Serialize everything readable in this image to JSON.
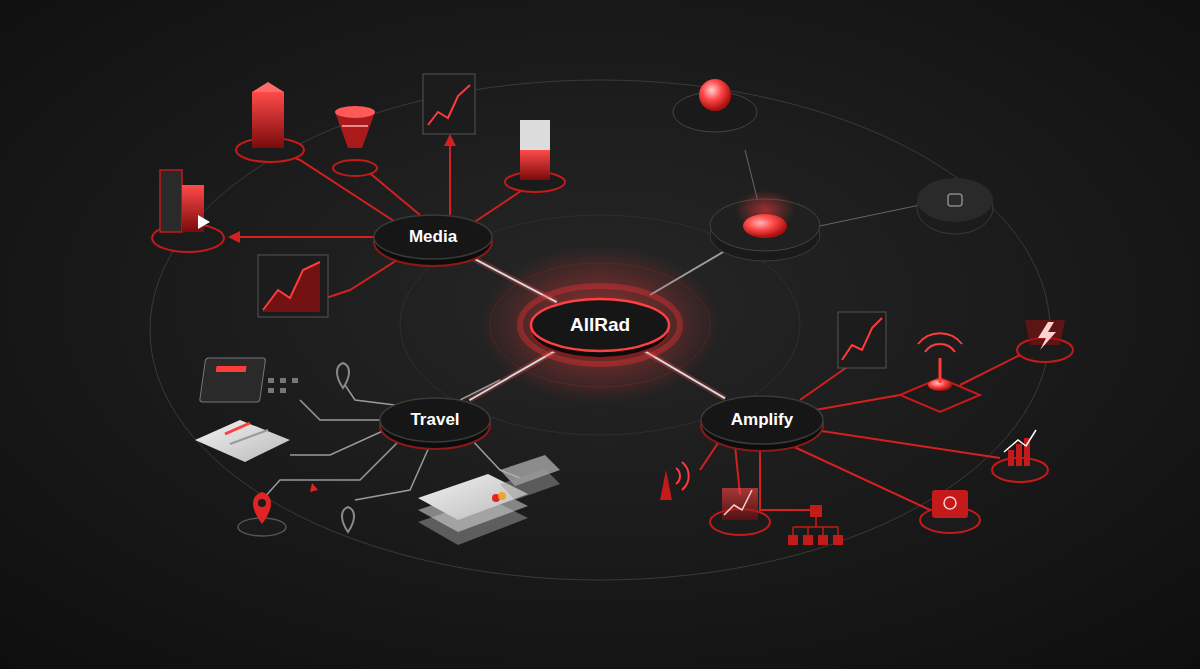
{
  "diagram": {
    "nodes": [
      {
        "text": [
          "Media"
        ]
      },
      {
        "text": [
          "AllRad"
        ]
      },
      {
        "text": [
          "Travel"
        ]
      },
      {
        "text": [
          "Amplify"
        ]
      }
    ],
    "edges": [
      {
        "from": 1,
        "to": 0,
        "arrow": "none"
      },
      {
        "from": 1,
        "to": 2,
        "arrow": "none"
      },
      {
        "from": 1,
        "to": 3,
        "arrow": "none"
      }
    ]
  }
}
